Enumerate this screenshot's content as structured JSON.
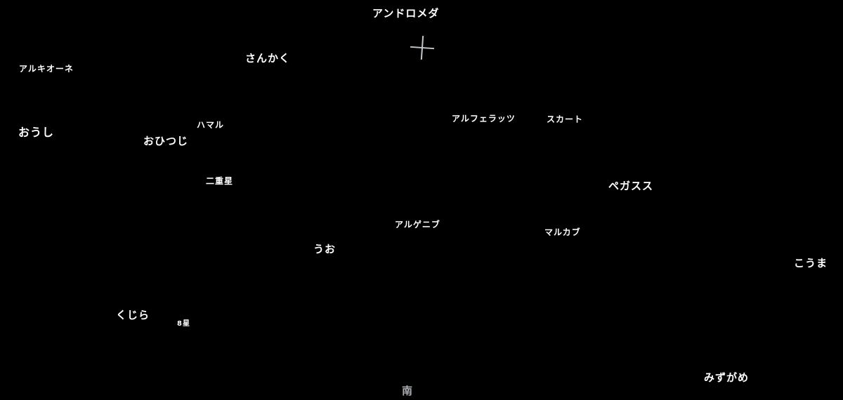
{
  "map": {
    "direction_label": "南",
    "marker": "zenith-cross"
  },
  "labels": [
    {
      "text": "アンドロメダ",
      "kind": "constellation"
    },
    {
      "text": "さんかく",
      "kind": "constellation"
    },
    {
      "text": "アルキオーネ",
      "kind": "star"
    },
    {
      "text": "おうし",
      "kind": "constellation"
    },
    {
      "text": "おひつじ",
      "kind": "constellation"
    },
    {
      "text": "ハマル",
      "kind": "star"
    },
    {
      "text": "二重星",
      "kind": "star"
    },
    {
      "text": "アルフェラッツ",
      "kind": "star"
    },
    {
      "text": "スカート",
      "kind": "star"
    },
    {
      "text": "ペガスス",
      "kind": "constellation"
    },
    {
      "text": "アルゲニブ",
      "kind": "star"
    },
    {
      "text": "マルカブ",
      "kind": "star"
    },
    {
      "text": "うお",
      "kind": "constellation"
    },
    {
      "text": "こうま",
      "kind": "constellation"
    },
    {
      "text": "くじら",
      "kind": "constellation"
    },
    {
      "text": "8星",
      "kind": "star"
    },
    {
      "text": "みずがめ",
      "kind": "constellation"
    }
  ]
}
